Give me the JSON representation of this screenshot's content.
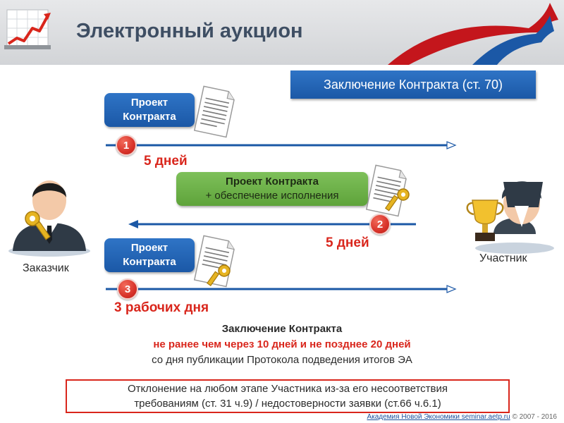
{
  "header": {
    "title": "Электронный аукцион"
  },
  "banner": {
    "text": "Заключение Контракта (ст. 70)"
  },
  "steps": [
    {
      "number": "1",
      "document": "Проект Контракта",
      "days": "5 дней"
    },
    {
      "number": "2",
      "document_line1": "Проект Контракта",
      "document_line2": "+ обеспечение исполнения",
      "days": "5 дней"
    },
    {
      "number": "3",
      "document": "Проект Контракта",
      "days": "3 рабочих дня"
    }
  ],
  "roles": {
    "customer": "Заказчик",
    "participant": "Участник"
  },
  "conclusion": {
    "title": "Заключение Контракта",
    "deadline": "не ранее чем через 10 дней и не позднее 20 дней",
    "from": "со дня публикации Протокола подведения итогов ЭА"
  },
  "rejection": {
    "line1": "Отклонение на любом этапе Участника из-за его несоответствия",
    "line2": "требованиям (ст. 31 ч.9) / недостоверности заявки (ст.66 ч.6.1)"
  },
  "footer": {
    "link_text": "Академия Новой Экономики seminar.aetp.ru",
    "copyright": "© 2007 - 2016"
  },
  "colors": {
    "primary_blue": "#1b58a6",
    "accent_red": "#d9261c",
    "accent_green": "#6bb046"
  },
  "icons": [
    "growth-chart-icon",
    "red-swoosh-arrow",
    "document-icon",
    "key-icon",
    "trophy-icon",
    "customer-person-icon",
    "participant-person-icon"
  ]
}
